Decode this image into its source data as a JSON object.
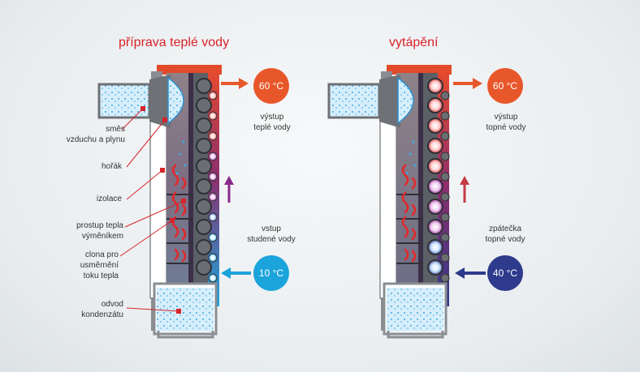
{
  "left": {
    "title": "příprava teplé vody",
    "out_temp": "60 °C",
    "out_label": [
      "výstup",
      "teplé vody"
    ],
    "in_temp": "10 °C",
    "in_label": [
      "vstup",
      "studené vody"
    ],
    "callouts": {
      "mix": [
        "směs",
        "vzduchu a plynu"
      ],
      "burner": [
        "hořák"
      ],
      "insulation": [
        "izolace"
      ],
      "heat_transfer": [
        "prostup tepla",
        "výměníkem"
      ],
      "baffle": [
        "clona pro",
        "usměrnění",
        "toku tepla"
      ],
      "condensate": [
        "odvod",
        "kondenzátu"
      ]
    }
  },
  "right": {
    "title": "vytápění",
    "out_temp": "60 °C",
    "out_label": [
      "výstup",
      "topné vody"
    ],
    "in_temp": "40 °C",
    "in_label": [
      "zpátečka",
      "topné vody"
    ]
  },
  "colors": {
    "title": "#d8232a",
    "hot": "#e8572a",
    "cold": "#1ba4dc",
    "return": "#2e3a8c",
    "flow_arrow_left": "#8a2a8a",
    "flow_arrow_right": "#c43a45"
  }
}
